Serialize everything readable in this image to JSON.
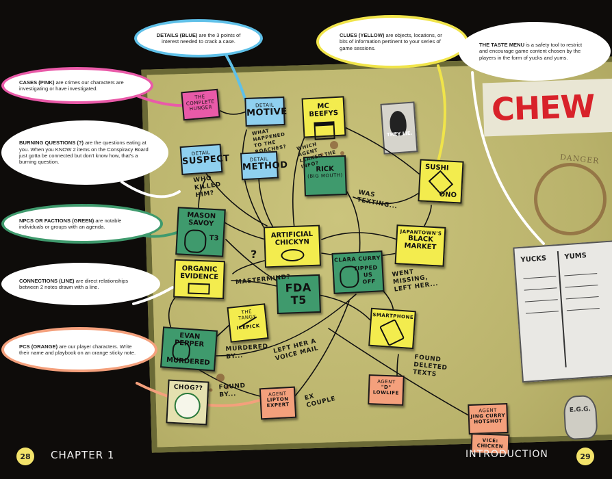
{
  "bubbles": {
    "details": {
      "label": "DETAILS (BLUE)",
      "text": " are the 3 points of interest needed to crack a case."
    },
    "cases": {
      "label": "CASES (PINK)",
      "text": " are crimes our characters are  investigating or have investigated."
    },
    "burning": {
      "label": "BURNING QUESTIONS (?)",
      "text": " are the questions eating at you. When you KNOW 2 items on the Conspiracy Board just gotta be connected but don't know how, that's a burning question."
    },
    "npcs": {
      "label": "NPCS OR FACTIONS (GREEN)",
      "text": " are notable individuals or groups with an agenda."
    },
    "connections": {
      "label": "CONNECTIONS (LINE)",
      "text": " are direct relationships between 2 notes drawn with a line."
    },
    "pcs": {
      "label": "PCS (ORANGE)",
      "text": " are our player characters. Write their name and playbook on an orange sticky note."
    },
    "clues": {
      "label": "CLUES (YELLOW)",
      "text": " are objects, locations, or bits of information pertinent to your series of game sessions."
    },
    "taste": {
      "label": "THE TASTE MENU",
      "text": " is a safety tool to restrict and encourage game content chosen by the players in the form of yucks and yums."
    }
  },
  "notes": {
    "case": {
      "line1": "THE",
      "line2": "COMPLETE",
      "line3": "HUNGER"
    },
    "motive": {
      "small": "DETAIL",
      "big": "MOTIVE"
    },
    "suspect": {
      "small": "DETAIL",
      "big": "SUSPECT"
    },
    "method": {
      "small": "DETAIL",
      "big": "METHOD"
    },
    "mcbeefys": {
      "big": "MC BEEFYS"
    },
    "rick": {
      "line1": "RICK",
      "line2": "(BIG MOUTH)"
    },
    "sushi": {
      "line1": "SUSHI",
      "line2": "ONO"
    },
    "mason": {
      "line1": "MASON",
      "line2": "SAVOY",
      "tag": "T3"
    },
    "artificial": {
      "line1": "ARTIFICIAL",
      "line2": "CHICKYN"
    },
    "japantown": {
      "line1": "JAPANTOWN'S",
      "line2": "BLACK",
      "line3": "MARKET"
    },
    "organic": {
      "line1": "ORGANIC",
      "line2": "EVIDENCE"
    },
    "fda": {
      "line1": "FDA",
      "line2": "T5"
    },
    "clara": {
      "line1": "CLARA CURRY",
      "line2": "TIPPED",
      "line3": "US",
      "line4": "OFF"
    },
    "tangy": {
      "line1": "THE",
      "line2": "TANGY",
      "line3": "ICEPICK"
    },
    "smartphone": {
      "big": "SMARTPHONE"
    },
    "evan": {
      "line1": "EVAN PEPPER",
      "line2": "MURDERED"
    },
    "chog": {
      "big": "CHOG??"
    },
    "lipton": {
      "line1": "AGENT",
      "line2": "LIPTON",
      "line3": "EXPERT"
    },
    "d": {
      "line1": "AGENT",
      "line2": "\"D\"",
      "line3": "LOWLIFE"
    },
    "jing": {
      "line1": "AGENT",
      "line2": "JING CURRY",
      "line3": "HOTSHOT"
    },
    "vice": {
      "line1": "VICE:",
      "line2": "CHICKEN"
    }
  },
  "board_text": {
    "what_happened": "WHAT HAPPENED TO THE ROACHES?",
    "who_killed": "WHO KILLED HIM?",
    "which_agent": "WHICH AGENT LEAKED THE INFO?",
    "was_texting": "WAS TEXTING...",
    "mastermind": "MASTERMIND?",
    "went_missing": "WENT MISSING, LEFT HER...",
    "murdered_by": "MURDERED BY...",
    "left_her": "LEFT HER A VOICE MAIL",
    "found_by": "FOUND BY...",
    "ex_couple": "EX COUPLE",
    "found_deleted": "FOUND DELETED TEXTS",
    "they_lie": "THEY LIE.",
    "chew": "CHEW",
    "danger": "DANGER",
    "yucks": "YUCKS",
    "yums": "YUMS",
    "egg": "E.G.G.",
    "qmark": "?"
  },
  "footer": {
    "left_page": "28",
    "chapter": "CHAPTER 1",
    "section": "INTRODUCTION",
    "right_page": "29"
  },
  "colors": {
    "pink": "#e95aa8",
    "blue": "#5fc0e8",
    "yellow": "#f0e44a",
    "green": "#3f9a6d",
    "orange": "#f4a07c",
    "white": "#ffffff"
  }
}
